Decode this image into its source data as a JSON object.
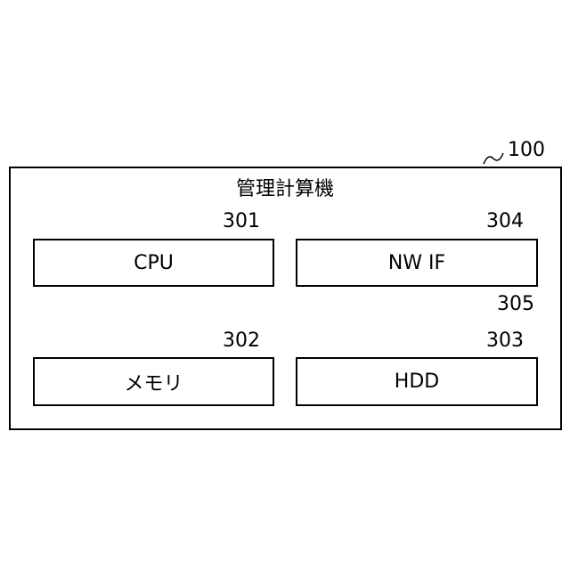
{
  "system": {
    "ref": "100",
    "title": "管理計算機"
  },
  "components": [
    {
      "id": "cpu",
      "label": "CPU",
      "ref": "301"
    },
    {
      "id": "nwif",
      "label": "NW IF",
      "ref": "304"
    },
    {
      "id": "memory",
      "label": "メモリ",
      "ref": "302"
    },
    {
      "id": "hdd",
      "label": "HDD",
      "ref": "303"
    }
  ],
  "bus": {
    "ref": "305"
  }
}
